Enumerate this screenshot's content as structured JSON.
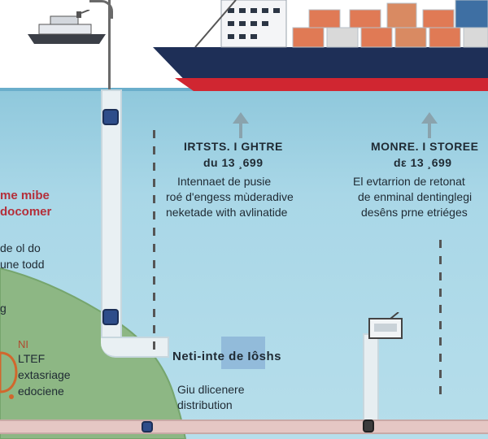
{
  "left_column": {
    "heading_line1": "me mibe",
    "heading_line2": "docomer",
    "text_line1": "de ol do",
    "text_line2": "une todd",
    "text_line3": "g",
    "small_line1": "NI",
    "small_line2": "LTEF",
    "small_line3": "extasriage",
    "small_line4": "edociene"
  },
  "center_block": {
    "title": "IRTSTS. I GHTRE",
    "subtitle": "du 13 ¸699",
    "line1": "Intennaet de pusie",
    "line2": "roé d'engess mùderadive",
    "line3": "neketade with avlinatide"
  },
  "right_block": {
    "title": "MONRE. I STOREE",
    "subtitle": "dε 13 ¸699",
    "line1": "El evtarrion de retonat",
    "line2": "de enminal dentinglegi",
    "line3": "desêns prne etriéges"
  },
  "bottom_block": {
    "title": "Neti-inte de Iôshs",
    "line1": "Giu dlicenere",
    "line2": "distribution"
  },
  "colors": {
    "water": "#a9d7e7",
    "land": "#8db784",
    "hull_red": "#d02631",
    "hull_dark": "#1e2f57",
    "accent_red": "#b42f3a"
  }
}
